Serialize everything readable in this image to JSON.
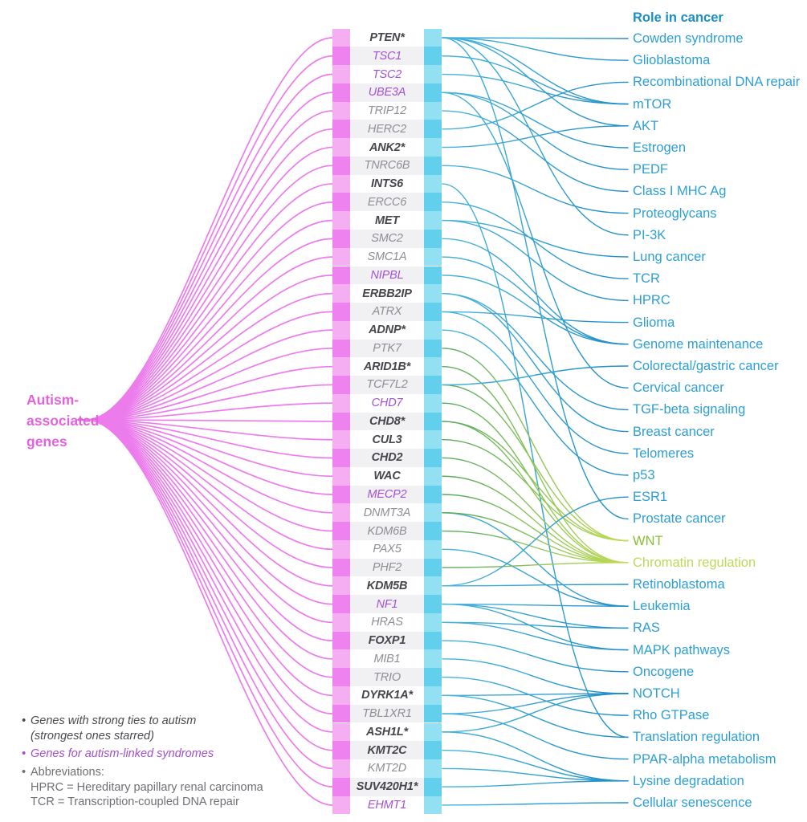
{
  "left_label": {
    "lines": [
      "Autism-",
      "associated",
      "genes"
    ]
  },
  "right_header": "Role in cancer",
  "colors": {
    "fan_pink": "#ec7cec",
    "label_magenta": "#e362de",
    "blue_link": "#2e9fd2",
    "green_link_start": "#55aa5e",
    "green_link_end": "#c2dd55",
    "role_blue": "#2d9fd4",
    "wnt_green": "#8abf33",
    "chromatin_green": "#bdda5b",
    "pink_bar_light": "#f5aef2",
    "pink_bar_dark": "#ee82ee",
    "cyan_bar_light": "#93e0f2",
    "cyan_bar_dark": "#62cfec"
  },
  "genes": [
    {
      "id": "PTEN",
      "starred": true,
      "tier": "strong"
    },
    {
      "id": "TSC1",
      "starred": false,
      "tier": "syndrome"
    },
    {
      "id": "TSC2",
      "starred": false,
      "tier": "syndrome"
    },
    {
      "id": "UBE3A",
      "starred": false,
      "tier": "syndrome"
    },
    {
      "id": "TRIP12",
      "starred": false,
      "tier": "other"
    },
    {
      "id": "HERC2",
      "starred": false,
      "tier": "other"
    },
    {
      "id": "ANK2",
      "starred": true,
      "tier": "strong"
    },
    {
      "id": "TNRC6B",
      "starred": false,
      "tier": "other"
    },
    {
      "id": "INTS6",
      "starred": false,
      "tier": "strong"
    },
    {
      "id": "ERCC6",
      "starred": false,
      "tier": "other"
    },
    {
      "id": "MET",
      "starred": false,
      "tier": "strong"
    },
    {
      "id": "SMC2",
      "starred": false,
      "tier": "other"
    },
    {
      "id": "SMC1A",
      "starred": false,
      "tier": "other"
    },
    {
      "id": "NIPBL",
      "starred": false,
      "tier": "syndrome"
    },
    {
      "id": "ERBB2IP",
      "starred": false,
      "tier": "strong"
    },
    {
      "id": "ATRX",
      "starred": false,
      "tier": "other"
    },
    {
      "id": "ADNP",
      "starred": true,
      "tier": "strong"
    },
    {
      "id": "PTK7",
      "starred": false,
      "tier": "other"
    },
    {
      "id": "ARID1B",
      "starred": true,
      "tier": "strong"
    },
    {
      "id": "TCF7L2",
      "starred": false,
      "tier": "other"
    },
    {
      "id": "CHD7",
      "starred": false,
      "tier": "syndrome"
    },
    {
      "id": "CHD8",
      "starred": true,
      "tier": "strong"
    },
    {
      "id": "CUL3",
      "starred": false,
      "tier": "strong"
    },
    {
      "id": "CHD2",
      "starred": false,
      "tier": "strong"
    },
    {
      "id": "WAC",
      "starred": false,
      "tier": "strong"
    },
    {
      "id": "MECP2",
      "starred": false,
      "tier": "syndrome"
    },
    {
      "id": "DNMT3A",
      "starred": false,
      "tier": "other"
    },
    {
      "id": "KDM6B",
      "starred": false,
      "tier": "other"
    },
    {
      "id": "PAX5",
      "starred": false,
      "tier": "other"
    },
    {
      "id": "PHF2",
      "starred": false,
      "tier": "other"
    },
    {
      "id": "KDM5B",
      "starred": false,
      "tier": "strong"
    },
    {
      "id": "NF1",
      "starred": false,
      "tier": "syndrome"
    },
    {
      "id": "HRAS",
      "starred": false,
      "tier": "other"
    },
    {
      "id": "FOXP1",
      "starred": false,
      "tier": "strong"
    },
    {
      "id": "MIB1",
      "starred": false,
      "tier": "other"
    },
    {
      "id": "TRIO",
      "starred": false,
      "tier": "other"
    },
    {
      "id": "DYRK1A",
      "starred": true,
      "tier": "strong"
    },
    {
      "id": "TBL1XR1",
      "starred": false,
      "tier": "other"
    },
    {
      "id": "ASH1L",
      "starred": true,
      "tier": "strong"
    },
    {
      "id": "KMT2C",
      "starred": false,
      "tier": "strong"
    },
    {
      "id": "KMT2D",
      "starred": false,
      "tier": "other"
    },
    {
      "id": "SUV420H1",
      "starred": true,
      "tier": "strong"
    },
    {
      "id": "EHMT1",
      "starred": false,
      "tier": "syndrome"
    }
  ],
  "roles": [
    {
      "label": "Cowden syndrome",
      "highlight": "blue"
    },
    {
      "label": "Glioblastoma",
      "highlight": "blue"
    },
    {
      "label": "Recombinational DNA repair",
      "highlight": "blue"
    },
    {
      "label": "mTOR",
      "highlight": "blue"
    },
    {
      "label": "AKT",
      "highlight": "blue"
    },
    {
      "label": "Estrogen",
      "highlight": "blue"
    },
    {
      "label": "PEDF",
      "highlight": "blue"
    },
    {
      "label": "Class I MHC Ag",
      "highlight": "blue"
    },
    {
      "label": "Proteoglycans",
      "highlight": "blue"
    },
    {
      "label": "PI-3K",
      "highlight": "blue"
    },
    {
      "label": "Lung cancer",
      "highlight": "blue"
    },
    {
      "label": "TCR",
      "highlight": "blue"
    },
    {
      "label": "HPRC",
      "highlight": "blue"
    },
    {
      "label": "Glioma",
      "highlight": "blue"
    },
    {
      "label": "Genome maintenance",
      "highlight": "blue"
    },
    {
      "label": "Colorectal/gastric cancer",
      "highlight": "blue"
    },
    {
      "label": "Cervical cancer",
      "highlight": "blue"
    },
    {
      "label": "TGF-beta signaling",
      "highlight": "blue"
    },
    {
      "label": "Breast cancer",
      "highlight": "blue"
    },
    {
      "label": "Telomeres",
      "highlight": "blue"
    },
    {
      "label": "p53",
      "highlight": "blue"
    },
    {
      "label": "ESR1",
      "highlight": "blue"
    },
    {
      "label": "Prostate cancer",
      "highlight": "blue"
    },
    {
      "label": "WNT",
      "highlight": "green-dark"
    },
    {
      "label": "Chromatin regulation",
      "highlight": "green-light"
    },
    {
      "label": "Retinoblastoma",
      "highlight": "blue"
    },
    {
      "label": "Leukemia",
      "highlight": "blue"
    },
    {
      "label": "RAS",
      "highlight": "blue"
    },
    {
      "label": "MAPK pathways",
      "highlight": "blue"
    },
    {
      "label": "Oncogene",
      "highlight": "blue"
    },
    {
      "label": "NOTCH",
      "highlight": "blue"
    },
    {
      "label": "Rho GTPase",
      "highlight": "blue"
    },
    {
      "label": "Translation regulation",
      "highlight": "blue"
    },
    {
      "label": "PPAR-alpha metabolism",
      "highlight": "blue"
    },
    {
      "label": "Lysine degradation",
      "highlight": "blue"
    },
    {
      "label": "Cellular senescence",
      "highlight": "blue"
    }
  ],
  "links": [
    [
      "PTEN",
      "Cowden syndrome"
    ],
    [
      "PTEN",
      "Glioblastoma"
    ],
    [
      "PTEN",
      "mTOR"
    ],
    [
      "PTEN",
      "AKT"
    ],
    [
      "PTEN",
      "PI-3K"
    ],
    [
      "PTEN",
      "Prostate cancer"
    ],
    [
      "TSC1",
      "mTOR"
    ],
    [
      "TSC2",
      "mTOR"
    ],
    [
      "UBE3A",
      "Estrogen"
    ],
    [
      "UBE3A",
      "PEDF"
    ],
    [
      "UBE3A",
      "Cervical cancer"
    ],
    [
      "TRIP12",
      "Class I MHC Ag"
    ],
    [
      "HERC2",
      "Recombinational DNA repair"
    ],
    [
      "ANK2",
      "AKT"
    ],
    [
      "TNRC6B",
      "Proteoglycans"
    ],
    [
      "INTS6",
      "Translation regulation"
    ],
    [
      "ERCC6",
      "TCR"
    ],
    [
      "MET",
      "Lung cancer"
    ],
    [
      "MET",
      "HPRC"
    ],
    [
      "SMC2",
      "Genome maintenance"
    ],
    [
      "SMC1A",
      "Genome maintenance"
    ],
    [
      "NIPBL",
      "Genome maintenance"
    ],
    [
      "ERBB2IP",
      "TGF-beta signaling"
    ],
    [
      "ERBB2IP",
      "Breast cancer"
    ],
    [
      "ATRX",
      "Glioma"
    ],
    [
      "ATRX",
      "Telomeres"
    ],
    [
      "ADNP",
      "p53"
    ],
    [
      "PTK7",
      "WNT"
    ],
    [
      "ARID1B",
      "Chromatin regulation"
    ],
    [
      "TCF7L2",
      "WNT"
    ],
    [
      "TCF7L2",
      "Colorectal/gastric cancer"
    ],
    [
      "CHD7",
      "Chromatin regulation"
    ],
    [
      "CHD8",
      "WNT"
    ],
    [
      "CHD8",
      "Chromatin regulation"
    ],
    [
      "CUL3",
      "WNT"
    ],
    [
      "CHD2",
      "Chromatin regulation"
    ],
    [
      "WAC",
      "Chromatin regulation"
    ],
    [
      "MECP2",
      "Chromatin regulation"
    ],
    [
      "DNMT3A",
      "Leukemia"
    ],
    [
      "DNMT3A",
      "Chromatin regulation"
    ],
    [
      "KDM6B",
      "Chromatin regulation"
    ],
    [
      "PAX5",
      "Leukemia"
    ],
    [
      "PHF2",
      "Chromatin regulation"
    ],
    [
      "KDM5B",
      "ESR1"
    ],
    [
      "KDM5B",
      "Retinoblastoma"
    ],
    [
      "NF1",
      "Leukemia"
    ],
    [
      "NF1",
      "RAS"
    ],
    [
      "NF1",
      "MAPK pathways"
    ],
    [
      "HRAS",
      "RAS"
    ],
    [
      "HRAS",
      "MAPK pathways"
    ],
    [
      "FOXP1",
      "Oncogene"
    ],
    [
      "MIB1",
      "NOTCH"
    ],
    [
      "TRIO",
      "Rho GTPase"
    ],
    [
      "DYRK1A",
      "NOTCH"
    ],
    [
      "DYRK1A",
      "Translation regulation"
    ],
    [
      "TBL1XR1",
      "NOTCH"
    ],
    [
      "TBL1XR1",
      "PPAR-alpha metabolism"
    ],
    [
      "ASH1L",
      "NOTCH"
    ],
    [
      "ASH1L",
      "Lysine degradation"
    ],
    [
      "KMT2C",
      "Lysine degradation"
    ],
    [
      "KMT2D",
      "Lysine degradation"
    ],
    [
      "SUV420H1",
      "Lysine degradation"
    ],
    [
      "EHMT1",
      "Cellular senescence"
    ]
  ],
  "footnotes": [
    {
      "style": "strong",
      "lines": [
        "Genes with strong ties to autism",
        "(strongest ones starred)"
      ]
    },
    {
      "style": "syndrome",
      "lines": [
        "Genes for autism-linked syndromes"
      ]
    },
    {
      "style": "plain",
      "lines": [
        "Abbreviations:",
        "HPRC = Hereditary papillary renal carcinoma",
        "TCR = Transcription-coupled DNA repair"
      ]
    }
  ]
}
